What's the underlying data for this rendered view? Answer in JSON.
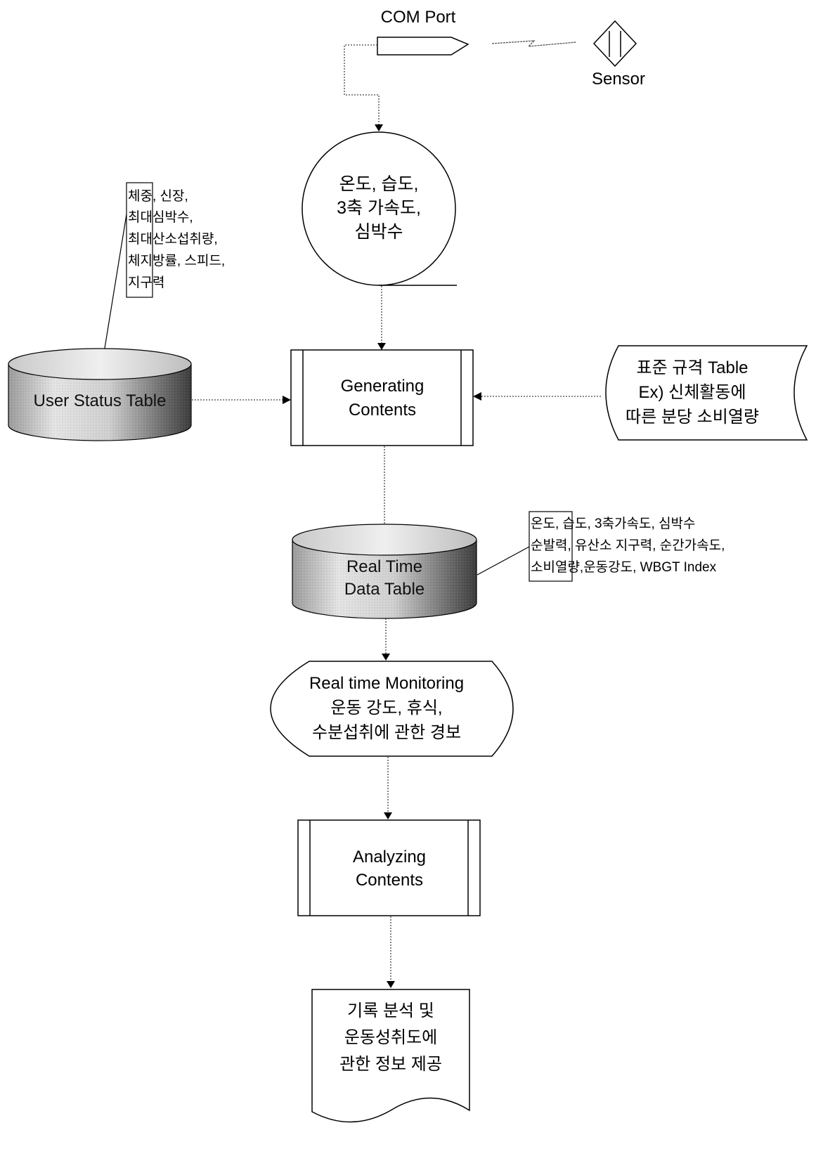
{
  "com_port": {
    "label": "COM Port"
  },
  "sensor": {
    "label": "Sensor"
  },
  "sensor_data_circle": {
    "lines": [
      "온도, 습도,",
      "3축 가속도,",
      "심박수"
    ]
  },
  "user_status_table": {
    "label": "User  Status Table"
  },
  "user_status_note": {
    "lines": [
      "체중, 신장,",
      "최대심박수,",
      "최대산소섭취량,",
      "체지방률, 스피드,",
      "지구력"
    ]
  },
  "generating_contents": {
    "lines": [
      "Generating",
      "Contents"
    ]
  },
  "standard_table": {
    "lines": [
      "표준 규격 Table",
      "Ex) 신체활동에",
      "따른 분당 소비열량"
    ]
  },
  "real_time_data_table": {
    "lines": [
      "Real Time",
      "Data Table"
    ]
  },
  "real_time_data_note": {
    "lines": [
      "온도, 습도, 3축가속도, 심박수",
      "순발력, 유산소 지구력, 순간가속도,",
      "소비열량,운동강도, WBGT Index"
    ]
  },
  "monitoring": {
    "lines": [
      "Real time Monitoring",
      "운동 강도, 휴식,",
      "수분섭취에 관한 경보"
    ]
  },
  "analyzing_contents": {
    "lines": [
      "Analyzing",
      "Contents"
    ]
  },
  "output_document": {
    "lines": [
      "기록 분석 및",
      "운동성취도에",
      "관한 정보 제공"
    ]
  }
}
